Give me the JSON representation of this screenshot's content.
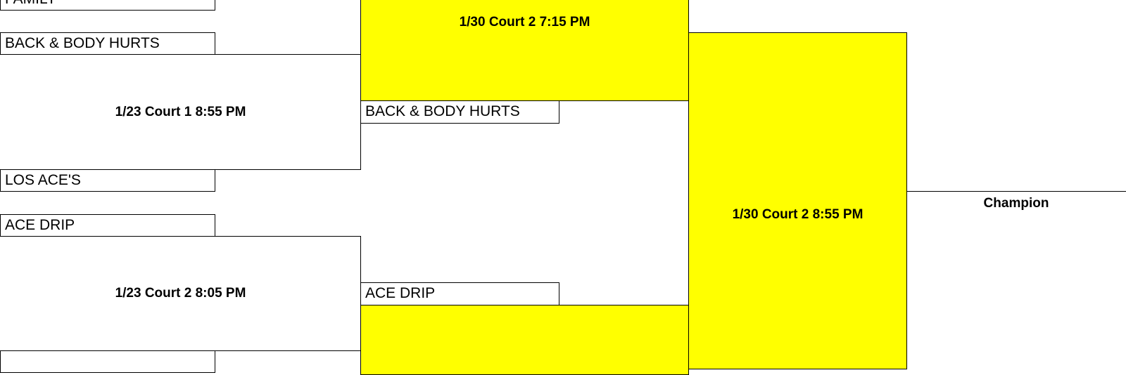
{
  "bracket": {
    "round1": {
      "teams": [
        "FAMILY",
        "BACK & BODY HURTS",
        "LOS ACE'S",
        "ACE DRIP",
        ""
      ],
      "matches": [
        "1/23 Court 1 8:55 PM",
        "1/23 Court 2 8:05 PM"
      ]
    },
    "round2": {
      "teams": [
        "BACK & BODY HURTS",
        "ACE DRIP"
      ],
      "matches": [
        "1/30 Court 2 7:15 PM",
        ""
      ]
    },
    "final": {
      "match": "1/30 Court 2 8:55 PM"
    },
    "champion_label": "Champion"
  },
  "colors": {
    "highlight": "#ffff00",
    "line": "#000000",
    "background": "#ffffff"
  }
}
